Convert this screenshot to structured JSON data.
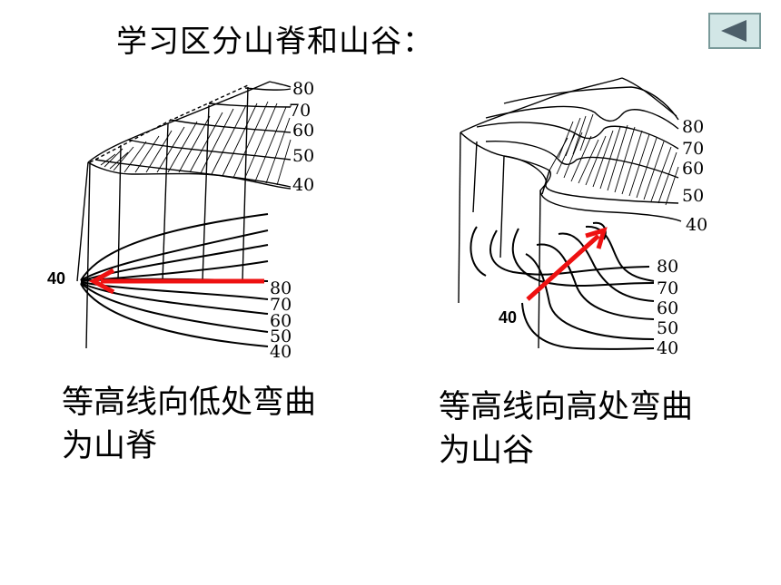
{
  "title": "学习区分山脊和山谷：",
  "back_button_icon": "left-triangle-icon",
  "ridge": {
    "top_contours": [
      "80",
      "70",
      "60",
      "50",
      "40"
    ],
    "map_contours": [
      "80",
      "70",
      "60",
      "50",
      "40"
    ],
    "arrow_label": "40",
    "arrow_color": "#ee1111",
    "caption_line1": "等高线向低处弯曲",
    "caption_line2": "为山脊"
  },
  "valley": {
    "top_contours": [
      "80",
      "70",
      "60",
      "50",
      "40"
    ],
    "map_contours": [
      "80",
      "70",
      "60",
      "50",
      "40"
    ],
    "arrow_label": "40",
    "arrow_color": "#ee1111",
    "caption_line1": "等高线向高处弯曲",
    "caption_line2": "为山谷"
  }
}
